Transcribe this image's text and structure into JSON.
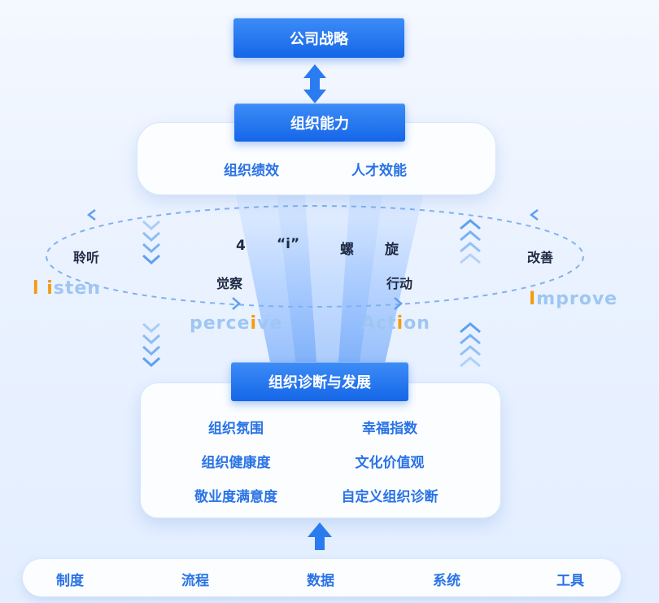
{
  "top": {
    "company_strategy": "公司战略",
    "org_capability": "组织能力",
    "capability_items": [
      "组织绩效",
      "人才效能"
    ]
  },
  "cycle": {
    "center_title": [
      "4",
      "“i”",
      "螺",
      "旋"
    ],
    "listen_cn": "聆听",
    "listen_en": {
      "pre": "",
      "i": "l i",
      "post": "sten"
    },
    "perceive_cn": "觉察",
    "perceive_en": {
      "pre": "perce",
      "i": "i",
      "post": "ve"
    },
    "action_cn": "行动",
    "action_en": {
      "pre": "Act",
      "i": "i",
      "post": "on"
    },
    "improve_cn": "改善",
    "improve_en": {
      "pre": "",
      "i": "I",
      "post": "mprove"
    }
  },
  "diagnosis": {
    "title": "组织诊断与发展",
    "items_left": [
      "组织氛围",
      "组织健康度",
      "敬业度满意度"
    ],
    "items_right": [
      "幸福指数",
      "文化价值观",
      "自定义组织诊断"
    ]
  },
  "foundation": [
    "制度",
    "流程",
    "数据",
    "系统",
    "工具"
  ],
  "colors": {
    "accent": "#1566e8",
    "text_blue": "#2a73e6",
    "highlight": "#f39c12"
  }
}
